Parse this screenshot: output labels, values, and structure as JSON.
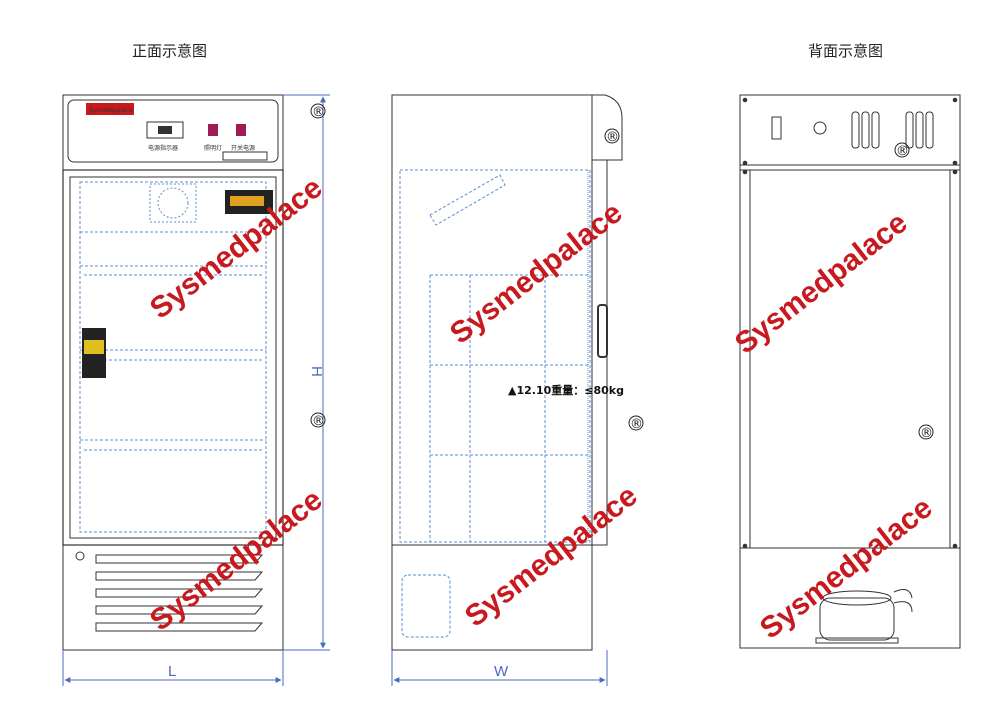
{
  "titles": {
    "front": "正面示意图",
    "back": "背面示意图"
  },
  "dimensions": {
    "height": "H",
    "length": "L",
    "width": "W"
  },
  "weight_note": "▲12.10重量：≤80kg",
  "watermark": "Sysmedpalace",
  "registered_mark": "®",
  "front_panel": {
    "brand": "Sysmedpalace",
    "label_power": "电源指示器",
    "label_light": "照明灯",
    "label_switch": "开关电源"
  },
  "colors": {
    "line": "#333333",
    "dashed_blue": "#5a8fd0",
    "watermark": "#c8191f",
    "dimension": "#4a6cc0"
  }
}
